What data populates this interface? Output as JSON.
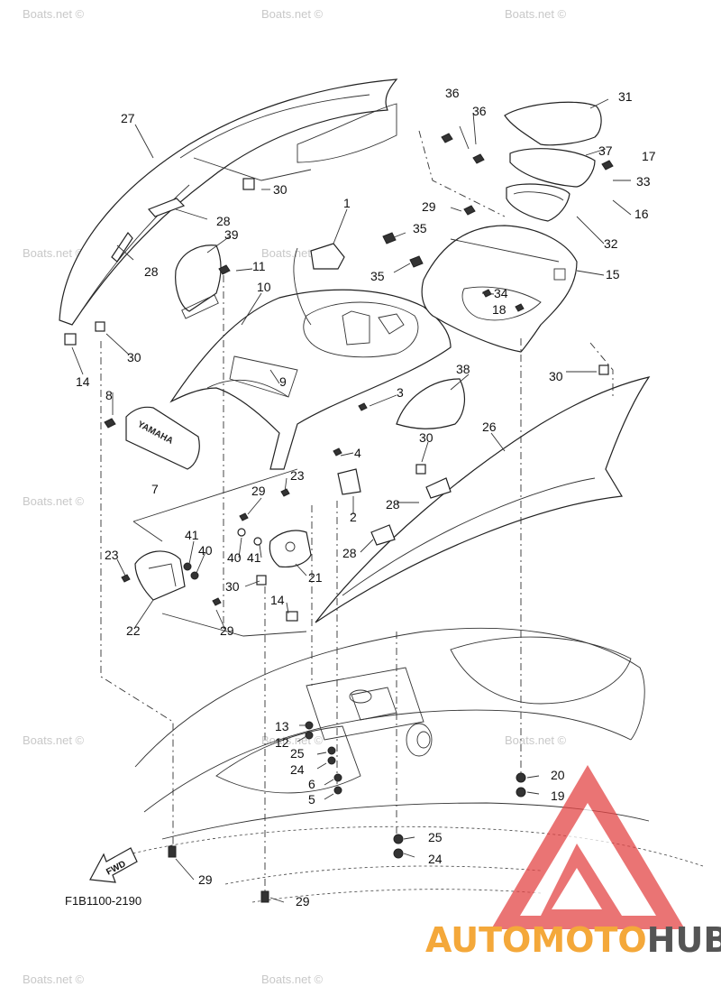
{
  "diagram": {
    "part_labels": [
      "1",
      "2",
      "3",
      "4",
      "5",
      "6",
      "7",
      "8",
      "9",
      "10",
      "11",
      "12",
      "13",
      "14",
      "15",
      "16",
      "17",
      "18",
      "19",
      "20",
      "21",
      "22",
      "23",
      "24",
      "25",
      "26",
      "27",
      "28",
      "29",
      "30",
      "31",
      "32",
      "33",
      "34",
      "35",
      "36",
      "37",
      "38",
      "39",
      "40",
      "41"
    ],
    "code": "F1B1100-2190",
    "fwd_label": "FWD",
    "grille_logo": "YAMAHA",
    "watermark_text": "Boats.net ©",
    "brand": {
      "part1": "AUTO",
      "part2": "MOTO",
      "part3": "HUB"
    },
    "colors": {
      "brand_orange": "#f4a83a",
      "brand_gray": "#555555",
      "logo_red": "#e34646",
      "line": "#222222"
    }
  }
}
